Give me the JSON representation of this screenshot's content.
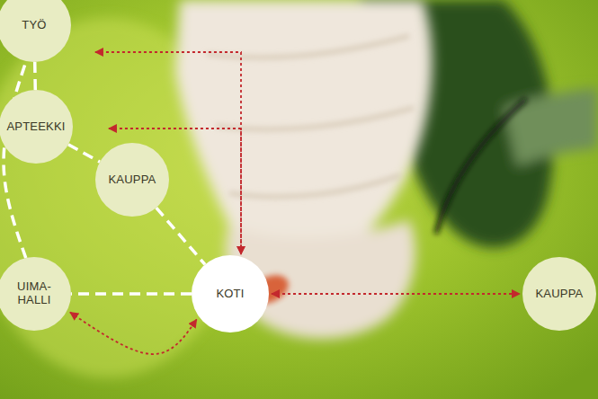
{
  "diagram": {
    "nodes": [
      {
        "text": [
          "TYÖ"
        ]
      },
      {
        "text": [
          "APTEEKKI"
        ]
      },
      {
        "text": [
          "KAUPPA"
        ]
      },
      {
        "text": [
          "UIMA-HALLI"
        ]
      },
      {
        "text": [
          "KOTI"
        ]
      },
      {
        "text": [
          "KAUPPA"
        ]
      }
    ],
    "edges": [
      {
        "from": 0,
        "to": 1,
        "arrow": "none"
      },
      {
        "from": 1,
        "to": 2,
        "arrow": "none"
      },
      {
        "from": 2,
        "to": 4,
        "arrow": "none"
      },
      {
        "from": 4,
        "to": 3,
        "arrow": "none"
      },
      {
        "from": 3,
        "to": 0,
        "arrow": "none"
      },
      {
        "from": 0,
        "to": 4,
        "arrow": "both"
      },
      {
        "from": 1,
        "to": 4,
        "arrow": "both"
      },
      {
        "from": 4,
        "to": 5,
        "arrow": "both"
      },
      {
        "from": 3,
        "to": 4,
        "arrow": "both"
      }
    ]
  }
}
